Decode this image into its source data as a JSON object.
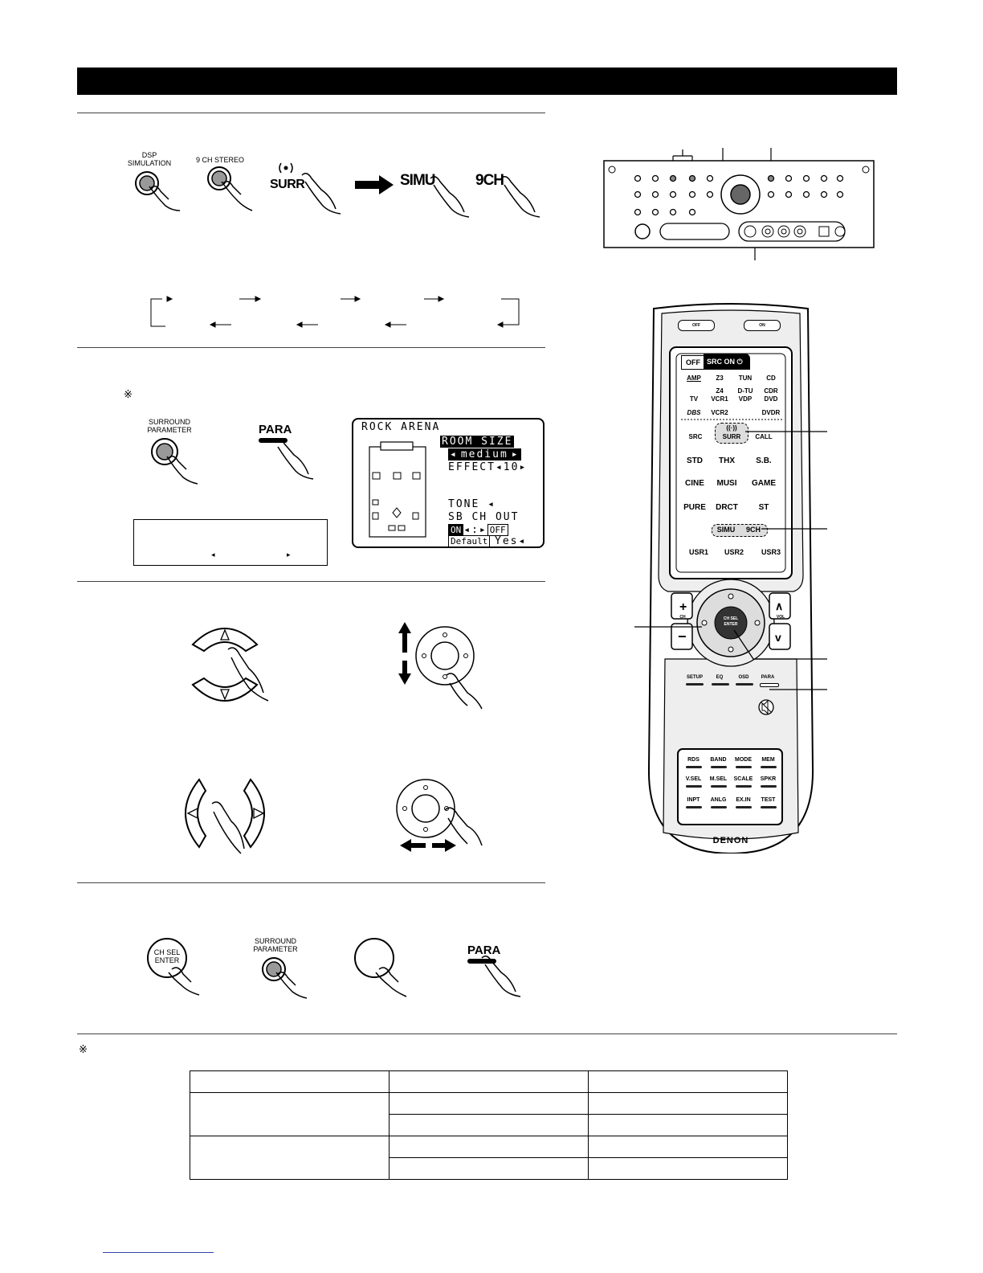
{
  "section_1": {
    "buttons": [
      {
        "label": "DSP\nSIMULATION"
      },
      {
        "label": "9 CH STEREO"
      },
      {
        "label": "SURR"
      },
      {
        "label": "SIMU"
      },
      {
        "label": "9CH"
      }
    ]
  },
  "section_2": {
    "note_mark": "※",
    "buttons": [
      {
        "label": "SURROUND\nPARAMETER"
      },
      {
        "label": "PARA"
      }
    ],
    "osd": {
      "title": "ROCK ARENA",
      "room_size_label": "ROOM SIZE",
      "room_size_value": "medium",
      "effect_label": "EFFECT",
      "effect_value": "10",
      "tone_label": "TONE",
      "sb_ch_out_label": "SB CH OUT",
      "on_label": "ON",
      "off_label": "OFF",
      "default_label": "Default",
      "yes_label": "Yes"
    }
  },
  "section_5": {
    "buttons": [
      {
        "label": "CH SEL\nENTER"
      },
      {
        "label": "SURROUND\nPARAMETER"
      },
      {
        "label": ""
      },
      {
        "label": "PARA"
      }
    ]
  },
  "footnote": {
    "mark": "※"
  },
  "remote": {
    "top_buttons": [
      "OFF",
      "ON"
    ],
    "tab_off": "OFF",
    "tab_src_on": "SRC ON",
    "source_rows": [
      [
        "AMP",
        "Z3",
        "TUN",
        "CD"
      ],
      [
        "TV",
        "Z4\nVCR1",
        "D-TU\nVDP",
        "CDR\nDVD"
      ],
      [
        "DBS",
        "VCR2",
        "",
        "DVDR"
      ]
    ],
    "middle_rows": [
      [
        "SRC",
        "SURR",
        "",
        "CALL"
      ],
      [
        "STD",
        "THX",
        "",
        "S.B."
      ],
      [
        "CINE",
        "MUSI",
        "",
        "GAME"
      ],
      [
        "PURE",
        "DRCT",
        "",
        "ST"
      ]
    ],
    "simu_label": "SIMU",
    "ninech_label": "9CH",
    "user_buttons": [
      "USR1",
      "USR2",
      "USR3"
    ],
    "ch_label": "CH",
    "vol_label": "VOL",
    "enter_label": "CH SEL\nENTER",
    "menu_buttons": [
      "SETUP",
      "EQ",
      "OSD",
      "PARA"
    ],
    "bottom_rows": [
      [
        "RDS",
        "BAND",
        "MODE",
        "MEM"
      ],
      [
        "V.SEL",
        "M.SEL",
        "SCALE",
        "SPKR"
      ],
      [
        "INPT",
        "ANLG",
        "EX.IN",
        "TEST"
      ]
    ],
    "brand": "DENON"
  }
}
